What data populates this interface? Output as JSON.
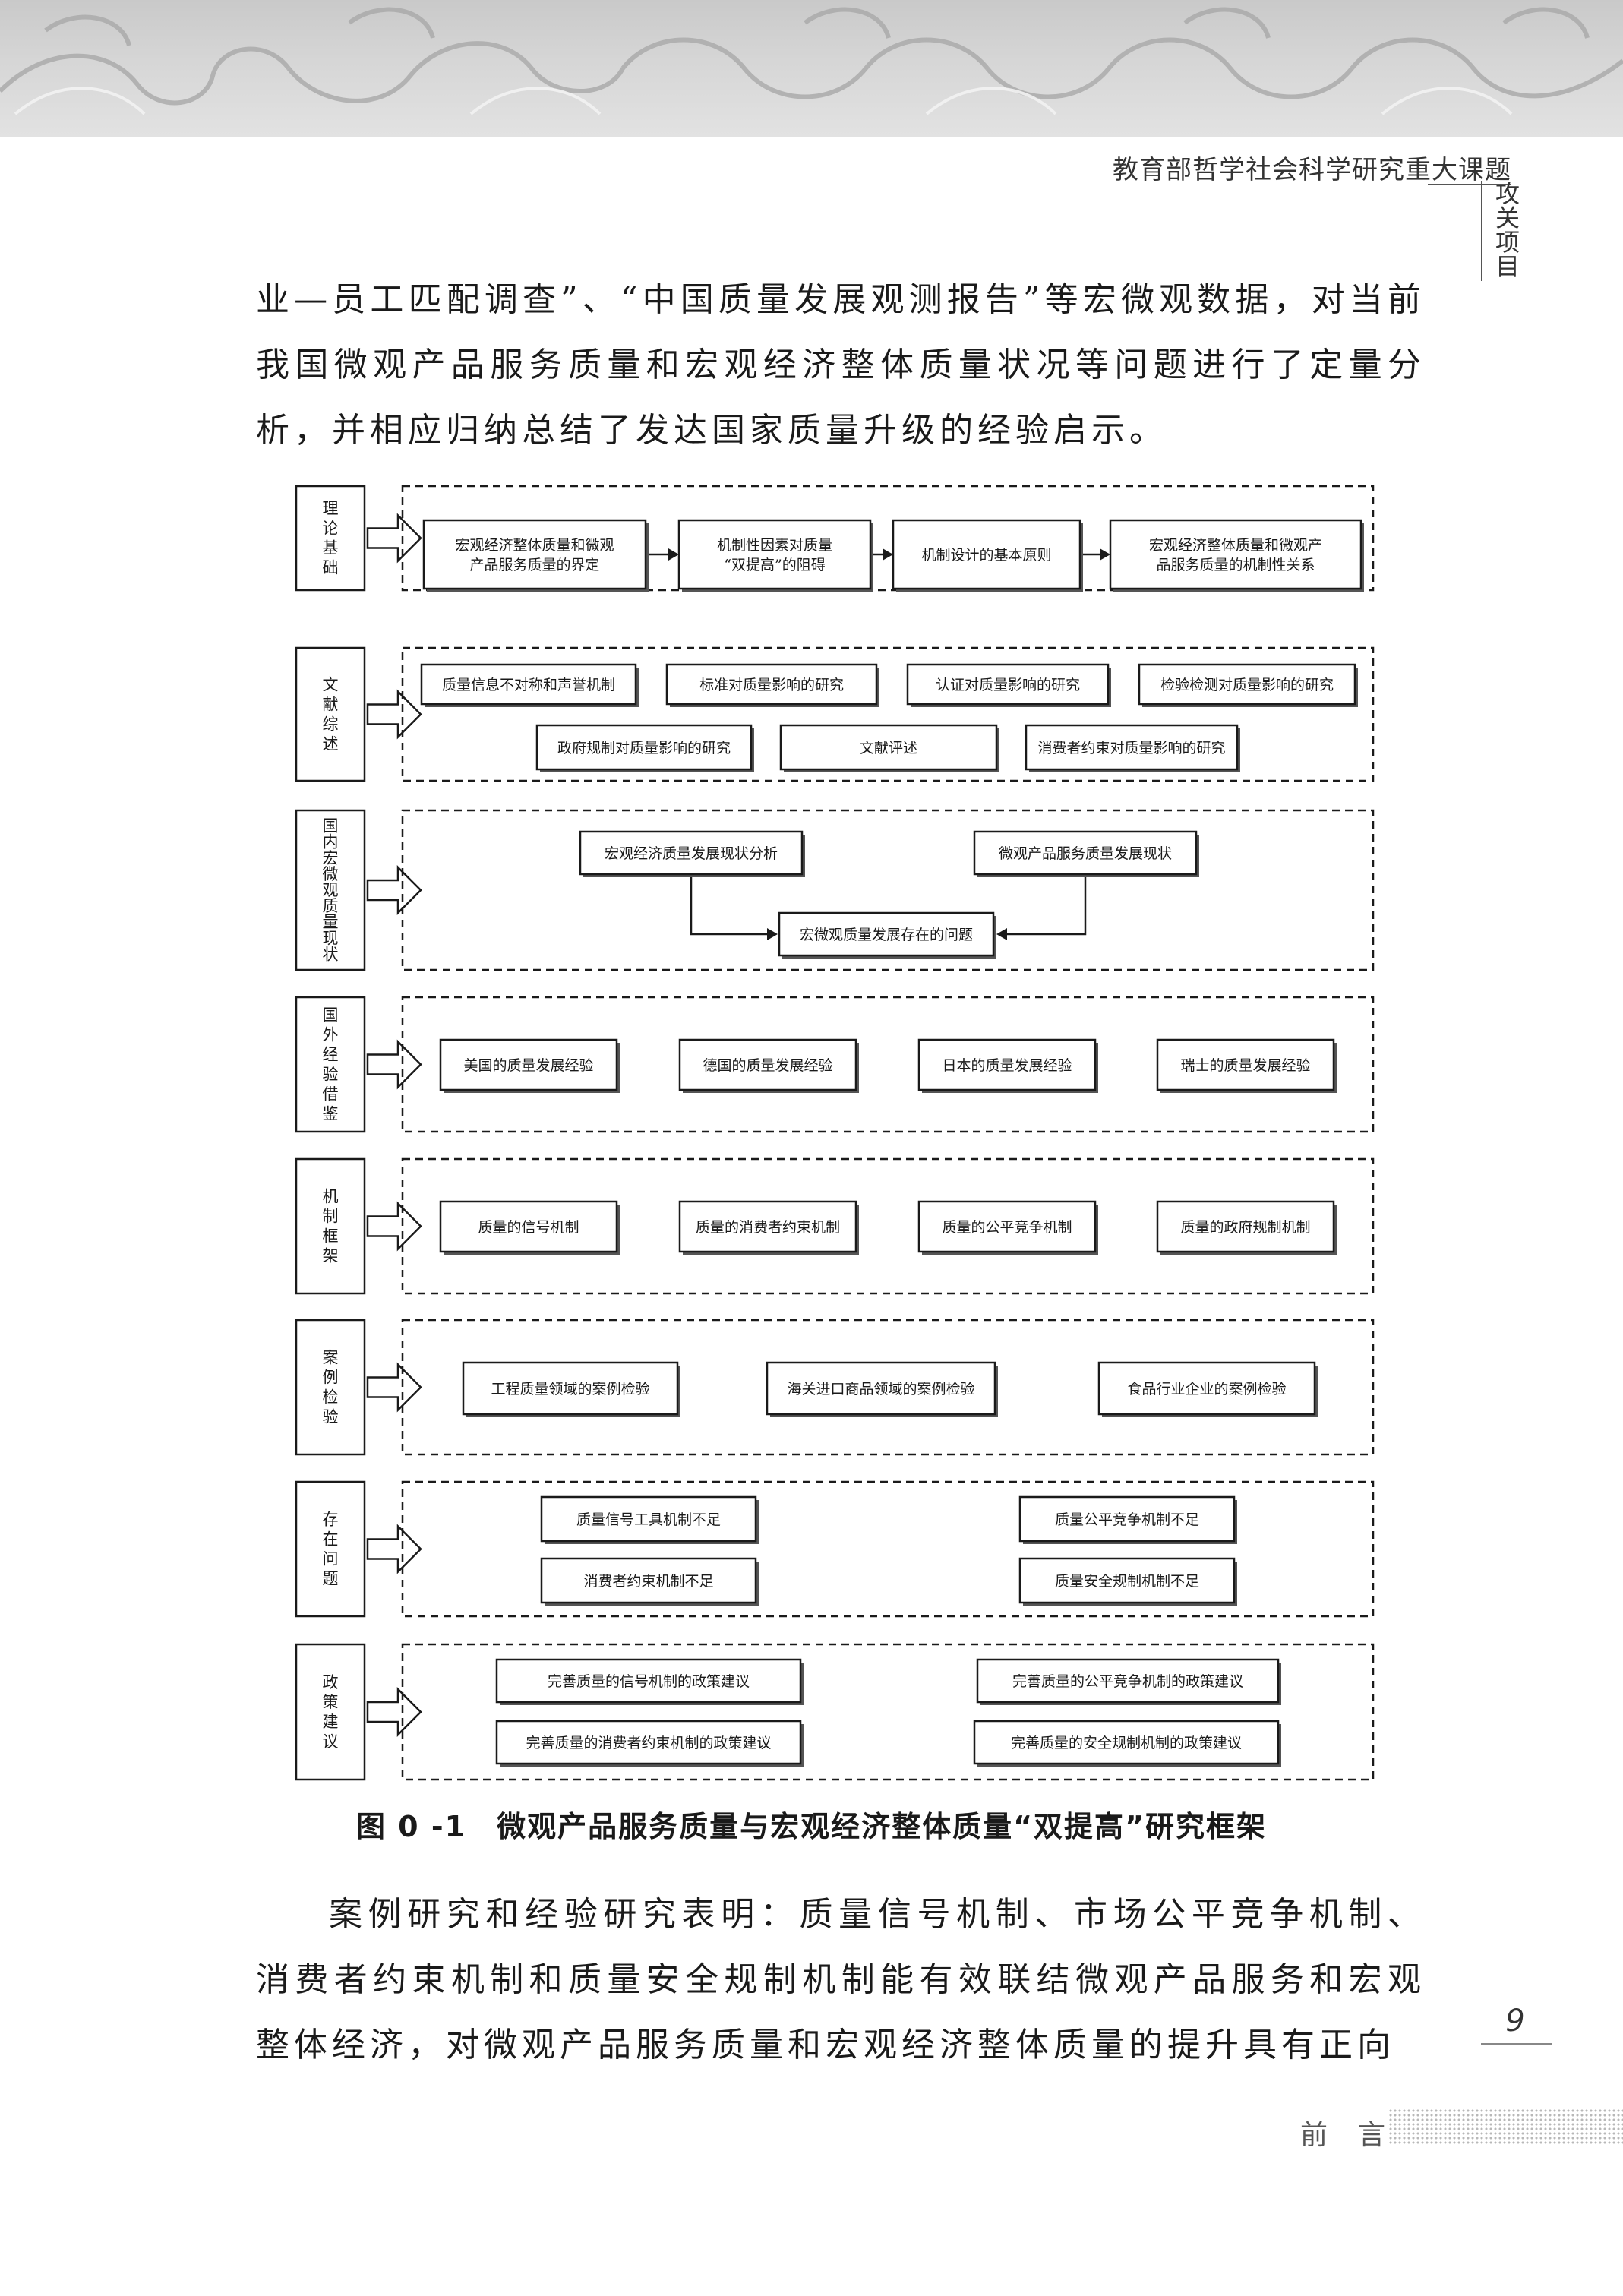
{
  "header": {
    "series_title": "教育部哲学社会科学研究重大课题",
    "series_vertical": "攻关项目"
  },
  "top_paragraph": "业—员工匹配调查”、“中国质量发展观测报告”等宏微观数据，对当前我国微观产品服务质量和宏观经济整体质量状况等问题进行了定量分析，并相应归纳总结了发达国家质量升级的经验启示。",
  "diagram": {
    "sections": [
      {
        "label": "理论基础",
        "boxes": [
          "宏观经济整体质量和微观|产品服务质量的界定",
          "机制性因素对质量|“双提高”的阻碍",
          "机制设计的基本原则",
          "宏观经济整体质量和微观产|品服务质量的机制性关系"
        ]
      },
      {
        "label": "文献综述",
        "boxes": [
          "质量信息不对称和声誉机制",
          "标准对质量影响的研究",
          "认证对质量影响的研究",
          "检验检测对质量影响的研究",
          "政府规制对质量影响的研究",
          "文献评述",
          "消费者约束对质量影响的研究"
        ]
      },
      {
        "label": "国内宏微观质量现状",
        "boxes": [
          "宏观经济质量发展现状分析",
          "微观产品服务质量发展现状",
          "宏微观质量发展存在的问题"
        ]
      },
      {
        "label": "国外经验借鉴",
        "boxes": [
          "美国的质量发展经验",
          "德国的质量发展经验",
          "日本的质量发展经验",
          "瑞士的质量发展经验"
        ]
      },
      {
        "label": "机制框架",
        "boxes": [
          "质量的信号机制",
          "质量的消费者约束机制",
          "质量的公平竞争机制",
          "质量的政府规制机制"
        ]
      },
      {
        "label": "案例检验",
        "boxes": [
          "工程质量领域的案例检验",
          "海关进口商品领域的案例检验",
          "食品行业企业的案例检验"
        ]
      },
      {
        "label": "存在问题",
        "boxes": [
          "质量信号工具机制不足",
          "质量公平竞争机制不足",
          "消费者约束机制不足",
          "质量安全规制机制不足"
        ]
      },
      {
        "label": "政策建议",
        "boxes": [
          "完善质量的信号机制的政策建议",
          "完善质量的公平竞争机制的政策建议",
          "完善质量的消费者约束机制的政策建议",
          "完善质量的安全规制机制的政策建议"
        ]
      }
    ]
  },
  "caption": {
    "number": "图 0 -1",
    "title": "微观产品服务质量与宏观经济整体质量“双提高”研究框架"
  },
  "bottom_paragraph": "案例研究和经验研究表明：质量信号机制、市场公平竞争机制、消费者约束机制和质量安全规制机制能有效联结微观产品服务和宏观整体经济，对微观产品服务质量和宏观经济整体质量的提升具有正向",
  "page_number": "9",
  "footer_label": "前言"
}
